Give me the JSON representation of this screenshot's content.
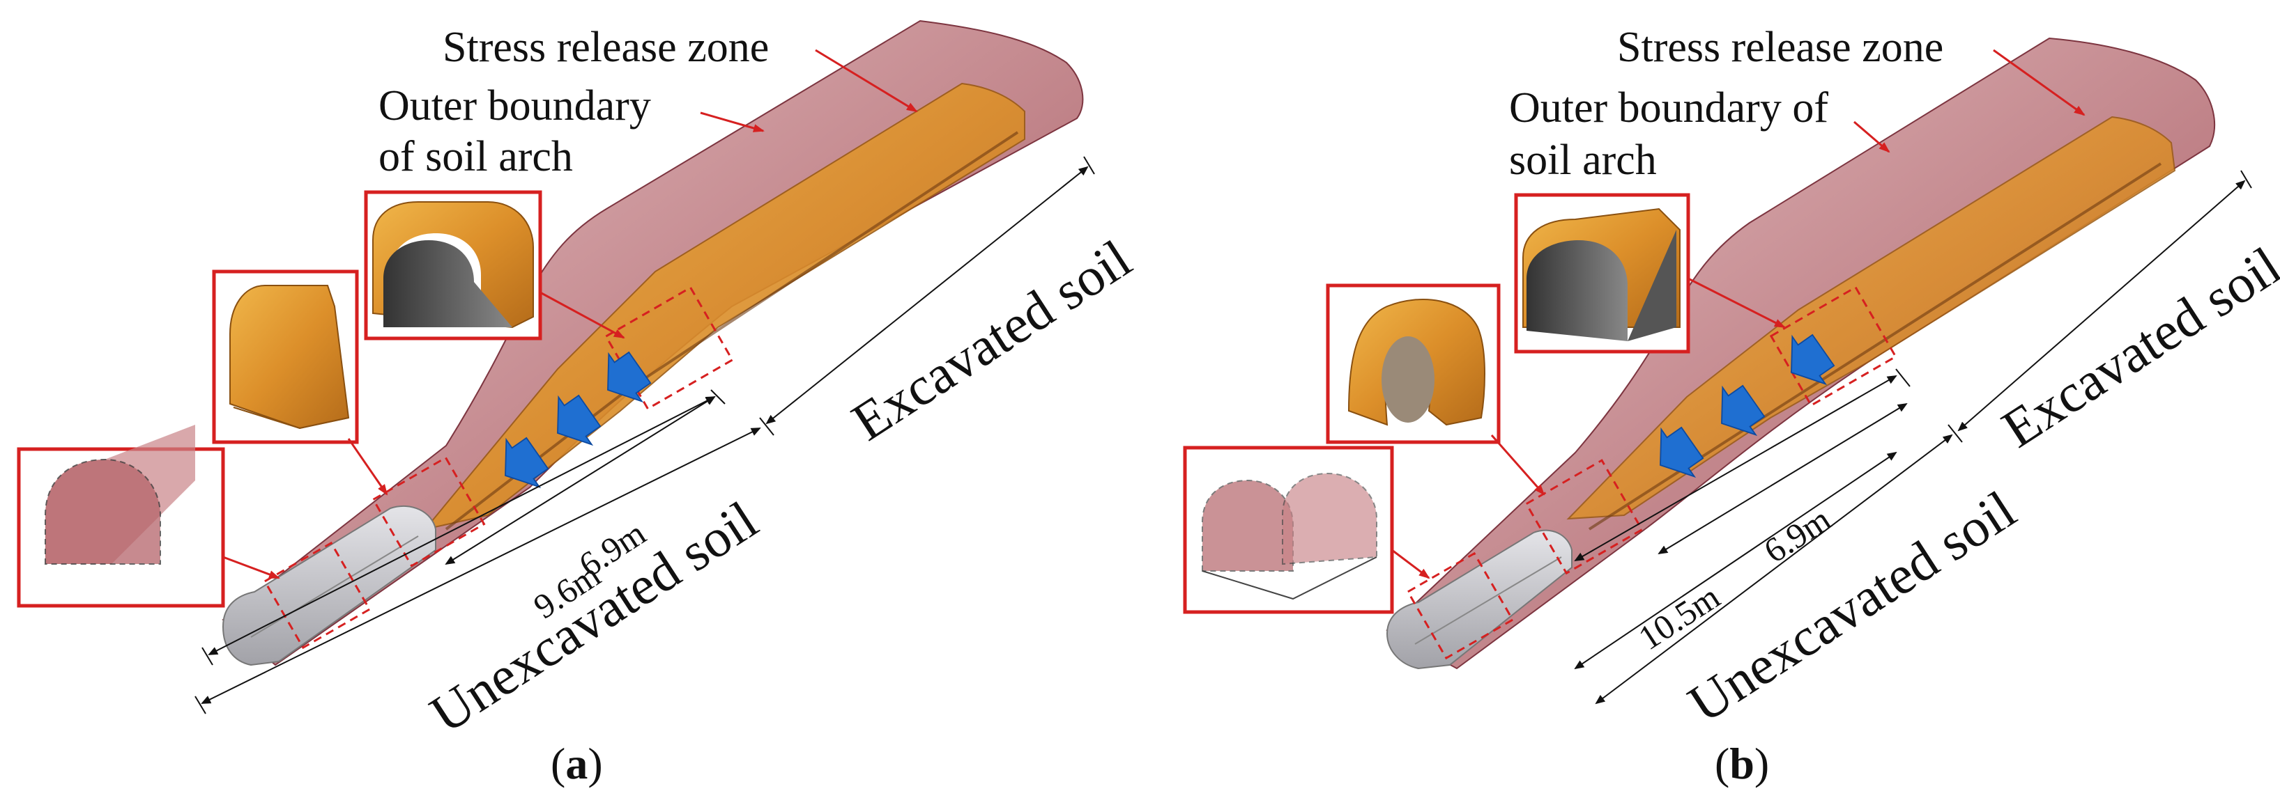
{
  "panels": [
    {
      "id": "a",
      "caption_open": "(",
      "caption_letter": "a",
      "caption_close": ")",
      "stress_release_label": "Stress release zone",
      "outer_boundary_line1": "Outer boundary",
      "outer_boundary_line2": "of soil arch",
      "dim_inner": "6.9m",
      "dim_outer": "9.6m",
      "excavated_label": "Excavated soil",
      "unexcavated_label": "Unexcavated soil"
    },
    {
      "id": "b",
      "caption_open": "(",
      "caption_letter": "b",
      "caption_close": ")",
      "stress_release_label": "Stress release zone",
      "outer_boundary_line1": "Outer boundary of",
      "outer_boundary_line2": "soil arch",
      "dim_inner": "6.9m",
      "dim_outer": "10.5m",
      "excavated_label": "Excavated soil",
      "unexcavated_label": "Unexcavated soil"
    }
  ],
  "colors": {
    "stress_zone": "#b5646a",
    "soil_arch": "#e8a030",
    "unexcavated": "#b8b8bc",
    "callout": "#d62020",
    "arrow": "#1f6fd1"
  }
}
